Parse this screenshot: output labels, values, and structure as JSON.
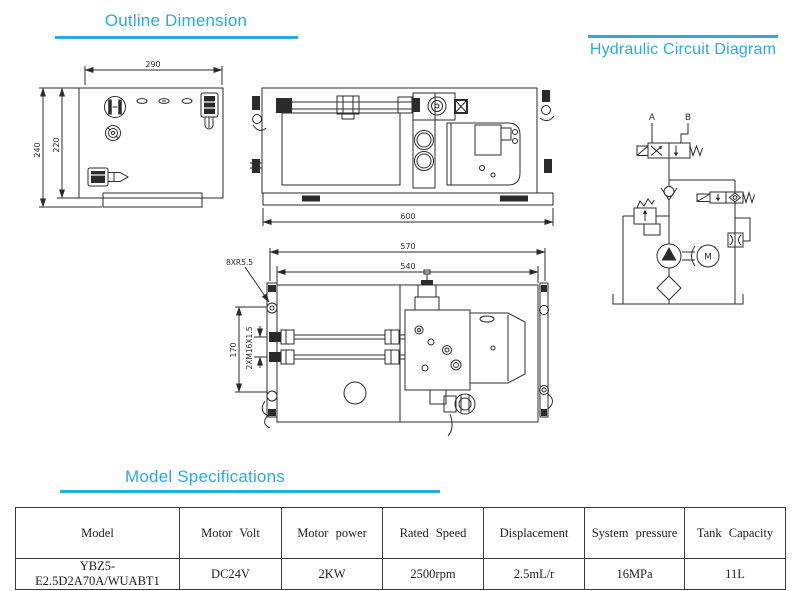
{
  "colors": {
    "accent": "#29abe2",
    "line": "#2b2b2b",
    "background": "#ffffff"
  },
  "titles": {
    "outline": "Outline Dimension",
    "circuit": "Hydraulic Circuit Diagram",
    "specs": "Model Specifications"
  },
  "outline_drawing": {
    "top_view": {
      "width": "290",
      "outer_height": "240",
      "inner_height": "220"
    },
    "side_view": {
      "length": "600"
    },
    "plan_view": {
      "overall_length": "570",
      "inner_length": "540",
      "mount_holes": "8XR5.5",
      "port_height": "170",
      "ports": "2XM16X1.5"
    }
  },
  "circuit_diagram": {
    "port_a": "A",
    "port_b": "B",
    "motor": "M"
  },
  "spec_table": {
    "headers": [
      "Model",
      "Motor Volt",
      "Motor power",
      "Rated Speed",
      "Displacement",
      "System pressure",
      "Tank Capacity"
    ],
    "row": [
      "YBZ5-E2.5D2A70A/WUABT1",
      "DC24V",
      "2KW",
      "2500rpm",
      "2.5mL/r",
      "16MPa",
      "11L"
    ]
  }
}
